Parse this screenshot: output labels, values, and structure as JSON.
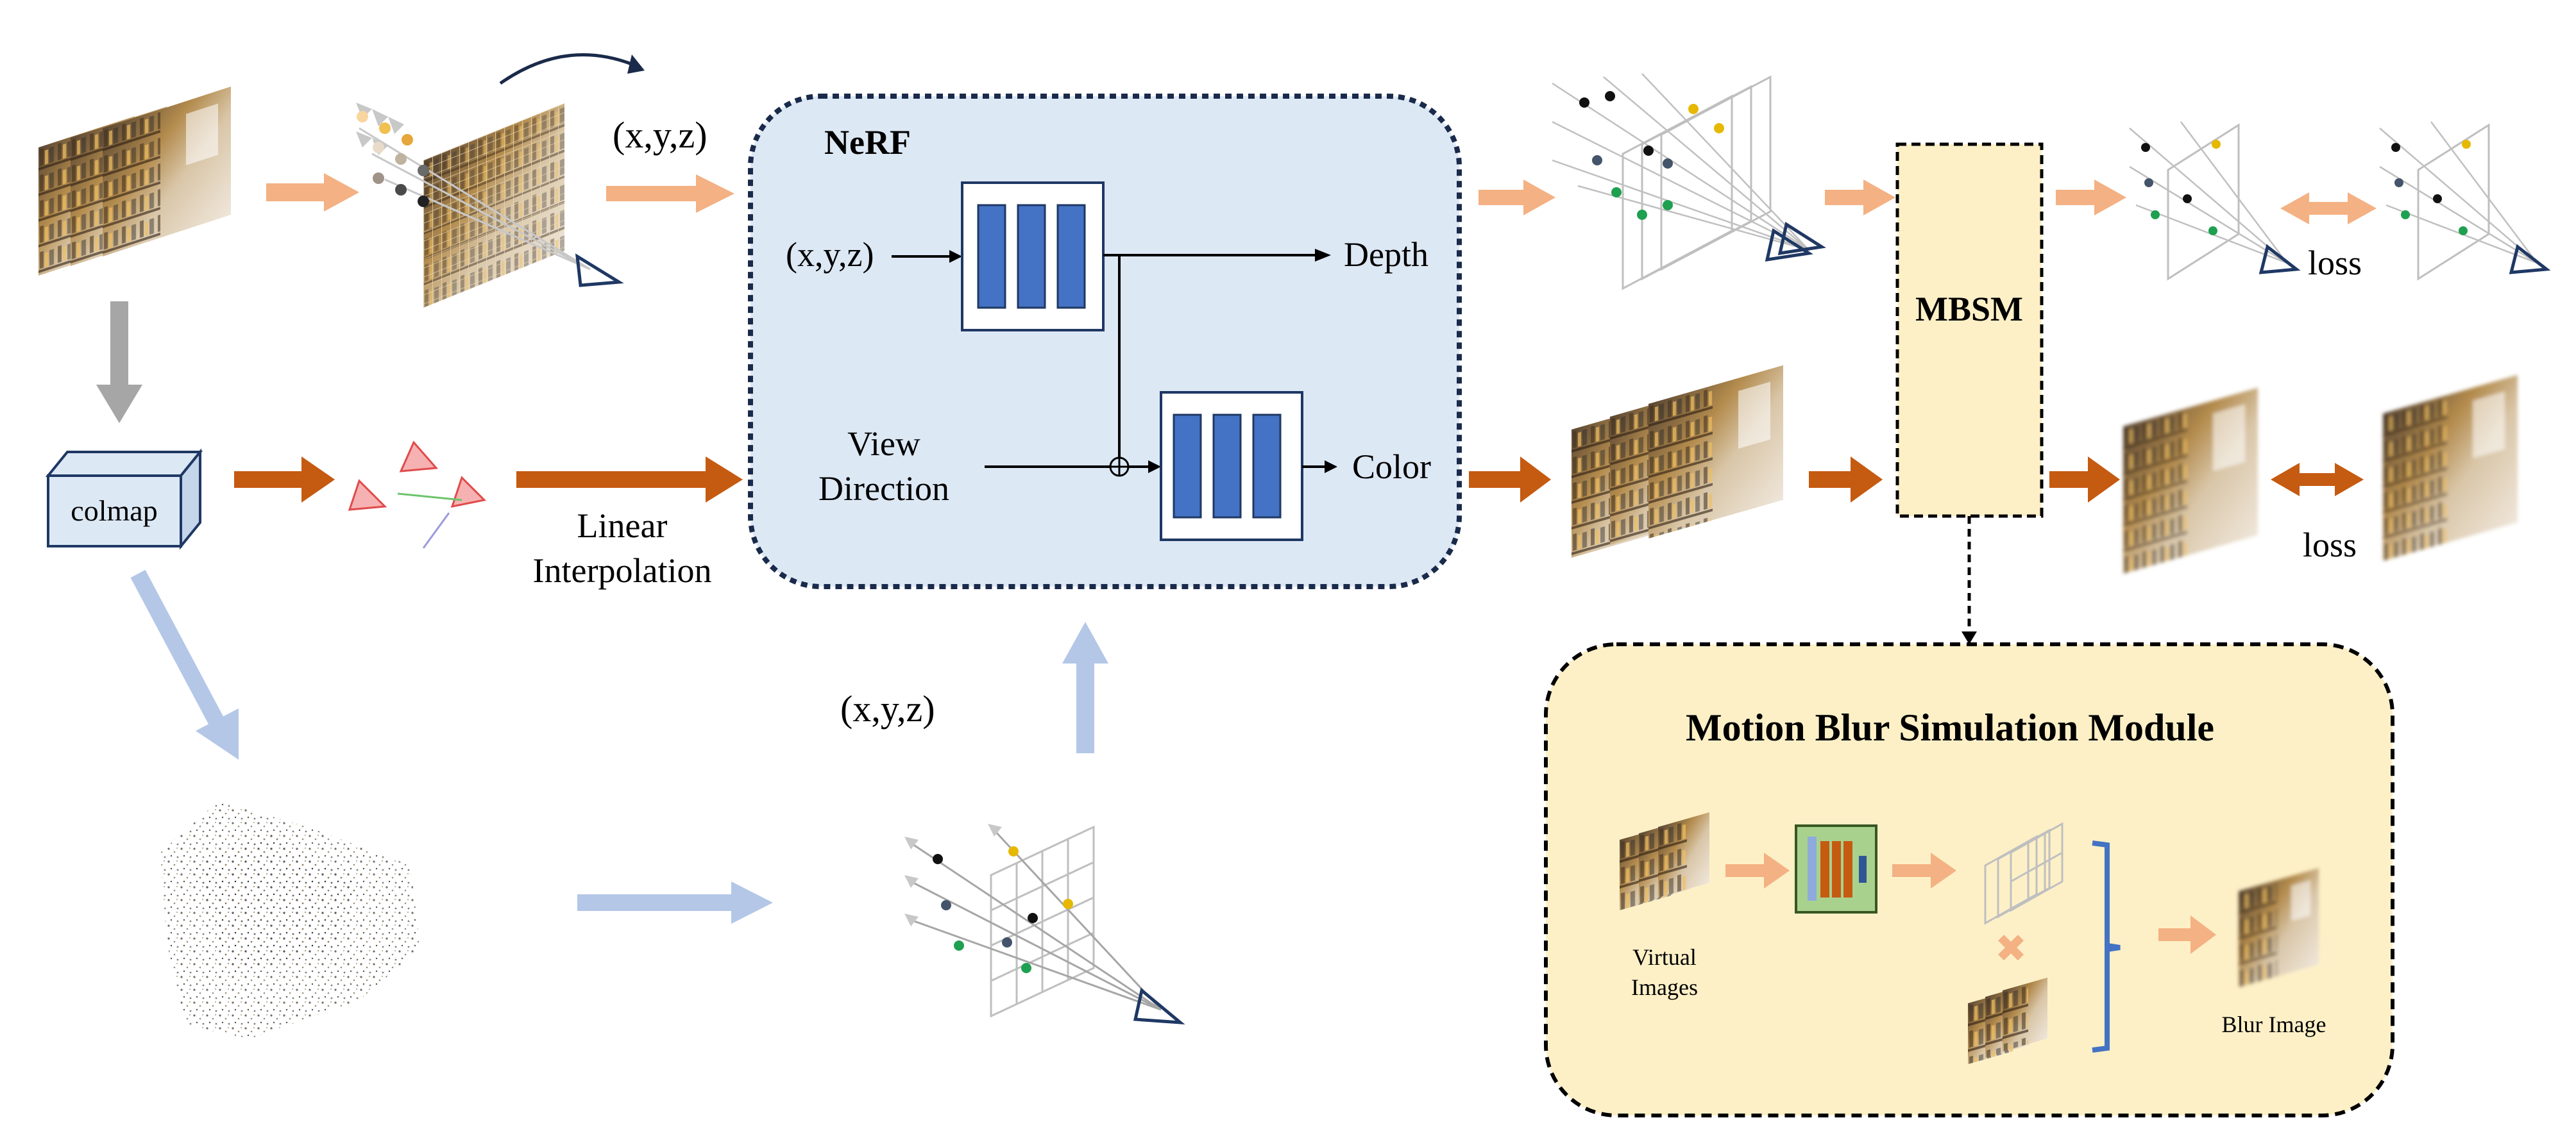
{
  "colors": {
    "nerf_fill": "#dde8f5",
    "nerf_border": "#1a2a4a",
    "block_fill": "#4472c4",
    "block_border": "#1f3864",
    "mbsm_fill": "#fdf0c7",
    "arrow_light_orange": "#f4b183",
    "arrow_dark_orange": "#c55a11",
    "arrow_light_blue": "#b4c7e7",
    "arrow_gray": "#a6a6a6",
    "cnn_green": "#a9d18e",
    "bracket_blue": "#4472c4"
  },
  "labels": {
    "xyz_top": "(x,y,z)",
    "xyz_bottom": "(x,y,z)",
    "colmap": "colmap",
    "linear_interp_1": "Linear",
    "linear_interp_2": "Interpolation",
    "nerf_title": "NeRF",
    "nerf_input_xyz": "(x,y,z)",
    "view_dir_1": "View",
    "view_dir_2": "Direction",
    "depth": "Depth",
    "color": "Color",
    "mbsm": "MBSM",
    "loss_top": "loss",
    "loss_bottom": "loss",
    "module_title": "Motion Blur Simulation Module",
    "virtual_1": "Virtual",
    "virtual_2": "Images",
    "blur_image": "Blur Image",
    "multiply": "✖"
  }
}
